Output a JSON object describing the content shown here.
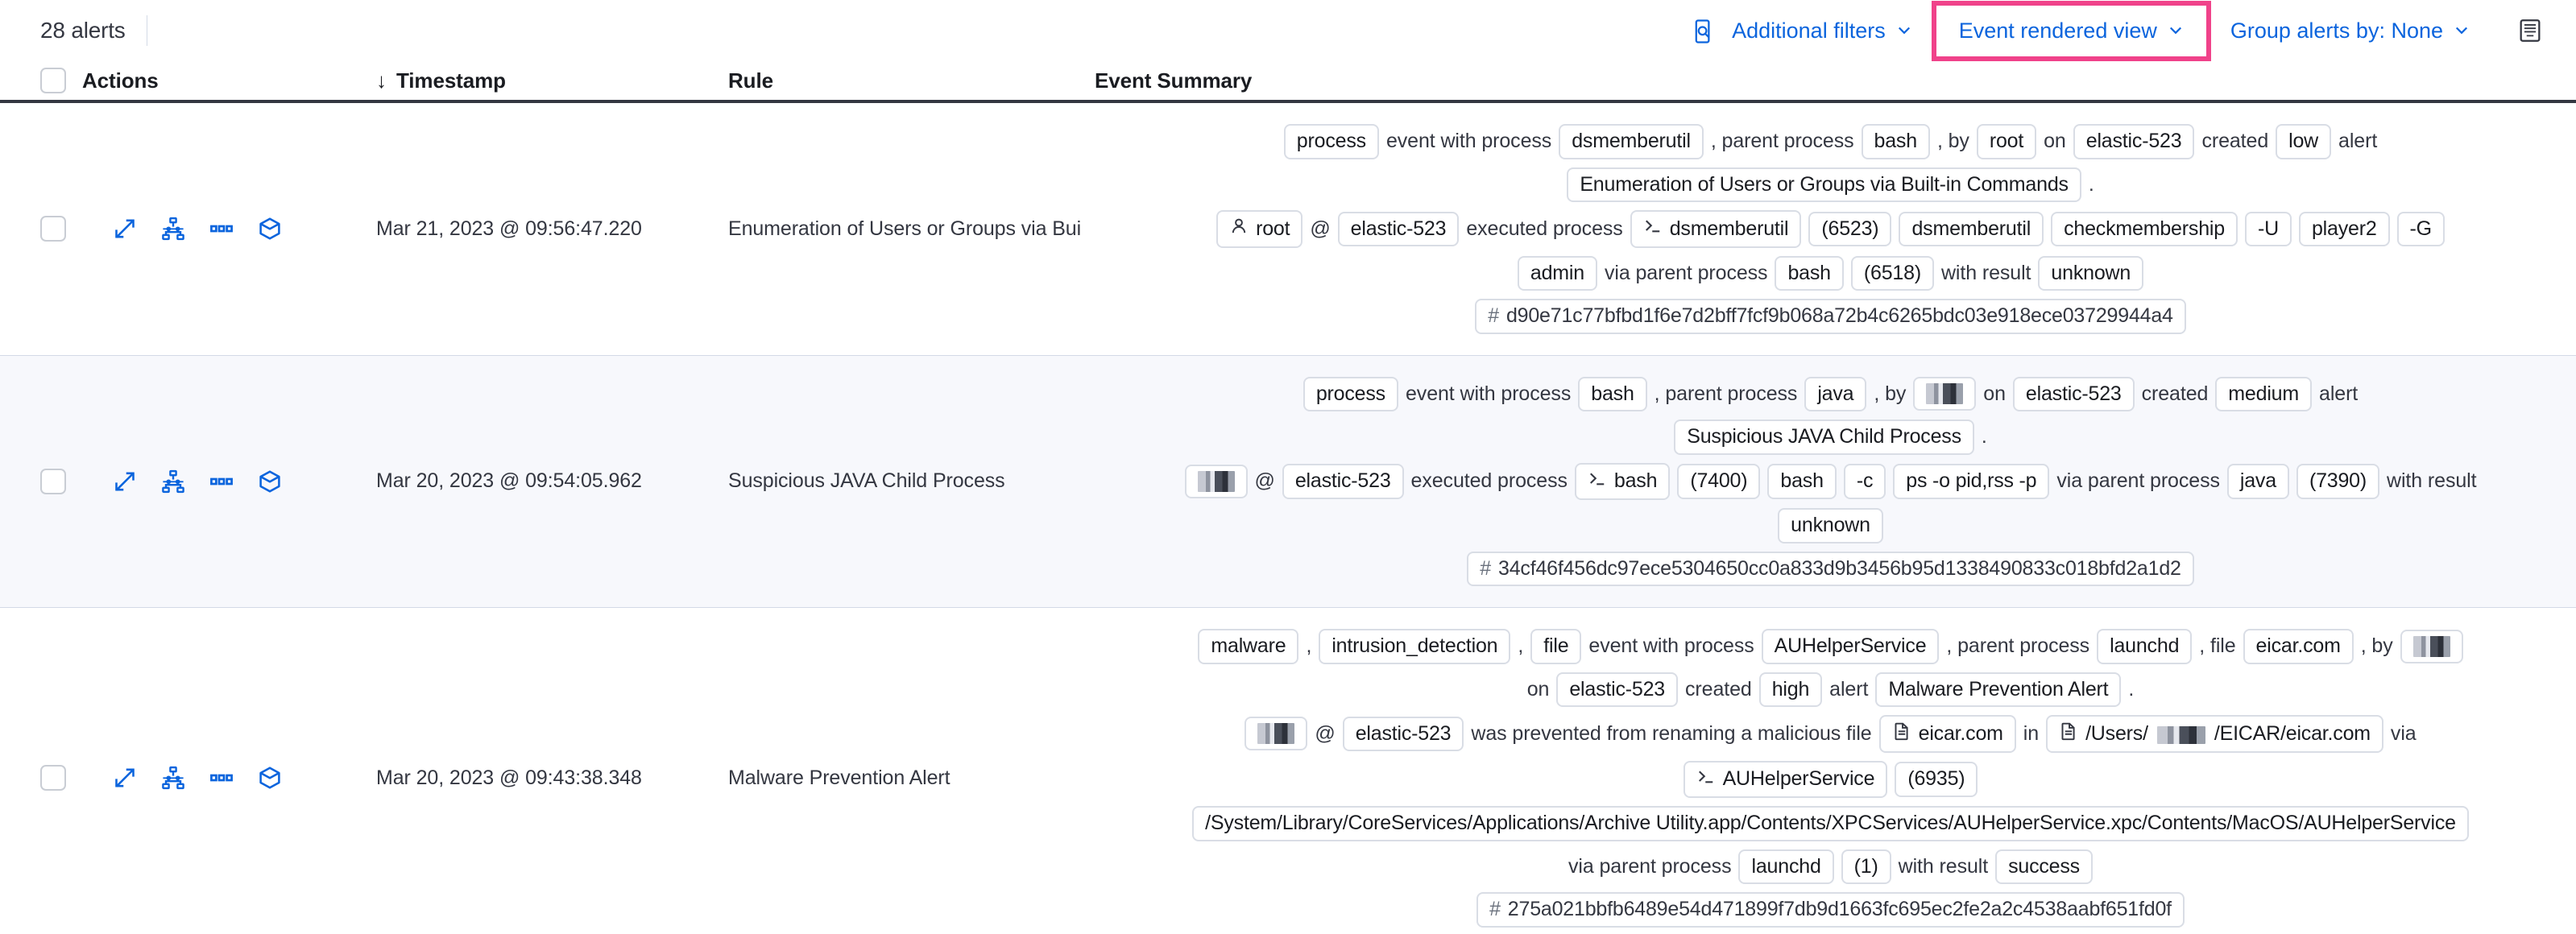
{
  "toolbar": {
    "alert_count": "28 alerts",
    "doc_search_icon": "document-search-icon",
    "additional_filters": "Additional filters",
    "event_rendered_view": "Event rendered view",
    "group_alerts_by": "Group alerts by: None",
    "chevron": "⌄",
    "keyboard_icon": "keyboard-shortcut-icon",
    "highlight_color": "#f0428a",
    "link_color": "#0b64dd"
  },
  "table": {
    "columns": {
      "actions": "Actions",
      "timestamp": "Timestamp",
      "rule": "Rule",
      "event_summary": "Event Summary"
    },
    "sort_arrow": "↓"
  },
  "rows": [
    {
      "timestamp": "Mar 21, 2023 @ 09:56:47.220",
      "rule": "Enumeration of Users or Groups via Bui",
      "summary": {
        "lines": [
          [
            {
              "t": "pill",
              "v": "process"
            },
            {
              "t": "txt",
              "v": "event with process"
            },
            {
              "t": "pill",
              "v": "dsmemberutil"
            },
            {
              "t": "txt",
              "v": ", parent process"
            },
            {
              "t": "pill",
              "v": "bash"
            },
            {
              "t": "txt",
              "v": ", by"
            },
            {
              "t": "pill",
              "v": "root"
            },
            {
              "t": "txt",
              "v": "on"
            },
            {
              "t": "pill",
              "v": "elastic-523"
            },
            {
              "t": "txt",
              "v": "created"
            },
            {
              "t": "pill",
              "v": "low"
            },
            {
              "t": "txt",
              "v": "alert"
            }
          ],
          [
            {
              "t": "pill",
              "v": "Enumeration of Users or Groups via Built-in Commands"
            },
            {
              "t": "txt",
              "v": "."
            }
          ],
          [
            {
              "t": "pill",
              "v": "root",
              "icon": "user-icon"
            },
            {
              "t": "txt",
              "v": "@"
            },
            {
              "t": "pill",
              "v": "elastic-523"
            },
            {
              "t": "txt",
              "v": "executed process"
            },
            {
              "t": "pill",
              "v": "dsmemberutil",
              "icon": "console-icon"
            },
            {
              "t": "pill",
              "v": "(6523)"
            },
            {
              "t": "pill",
              "v": "dsmemberutil"
            },
            {
              "t": "pill",
              "v": "checkmembership"
            },
            {
              "t": "pill",
              "v": "-U"
            },
            {
              "t": "pill",
              "v": "player2"
            },
            {
              "t": "pill",
              "v": "-G"
            }
          ],
          [
            {
              "t": "pill",
              "v": "admin"
            },
            {
              "t": "txt",
              "v": "via parent process"
            },
            {
              "t": "pill",
              "v": "bash"
            },
            {
              "t": "pill",
              "v": "(6518)"
            },
            {
              "t": "txt",
              "v": "with result"
            },
            {
              "t": "pill",
              "v": "unknown"
            }
          ],
          [
            {
              "t": "hash",
              "v": "d90e71c77bfbd1f6e7d2bff7fcf9b068a72b4c6265bdc03e918ece03729944a4"
            }
          ]
        ]
      }
    },
    {
      "timestamp": "Mar 20, 2023 @ 09:54:05.962",
      "rule": "Suspicious JAVA Child Process",
      "summary": {
        "lines": [
          [
            {
              "t": "pill",
              "v": "process"
            },
            {
              "t": "txt",
              "v": "event with process"
            },
            {
              "t": "pill",
              "v": "bash"
            },
            {
              "t": "txt",
              "v": ", parent process"
            },
            {
              "t": "pill",
              "v": "java"
            },
            {
              "t": "txt",
              "v": ", by"
            },
            {
              "t": "pill",
              "v": "",
              "redacted": true
            },
            {
              "t": "txt",
              "v": "on"
            },
            {
              "t": "pill",
              "v": "elastic-523"
            },
            {
              "t": "txt",
              "v": "created"
            },
            {
              "t": "pill",
              "v": "medium"
            },
            {
              "t": "txt",
              "v": "alert"
            }
          ],
          [
            {
              "t": "pill",
              "v": "Suspicious JAVA Child Process"
            },
            {
              "t": "txt",
              "v": "."
            }
          ],
          [
            {
              "t": "pill",
              "v": "",
              "redacted": true
            },
            {
              "t": "txt",
              "v": "@"
            },
            {
              "t": "pill",
              "v": "elastic-523"
            },
            {
              "t": "txt",
              "v": "executed process"
            },
            {
              "t": "pill",
              "v": "bash",
              "icon": "console-icon"
            },
            {
              "t": "pill",
              "v": "(7400)"
            },
            {
              "t": "pill",
              "v": "bash"
            },
            {
              "t": "pill",
              "v": "-c"
            },
            {
              "t": "pill",
              "v": "ps -o pid,rss -p"
            },
            {
              "t": "txt",
              "v": "via parent process"
            },
            {
              "t": "pill",
              "v": "java"
            },
            {
              "t": "pill",
              "v": "(7390)"
            },
            {
              "t": "txt",
              "v": "with result"
            }
          ],
          [
            {
              "t": "pill",
              "v": "unknown"
            }
          ],
          [
            {
              "t": "hash",
              "v": "34cf46f456dc97ece5304650cc0a833d9b3456b95d1338490833c018bfd2a1d2"
            }
          ]
        ]
      }
    },
    {
      "timestamp": "Mar 20, 2023 @ 09:43:38.348",
      "rule": "Malware Prevention Alert",
      "summary": {
        "lines": [
          [
            {
              "t": "pill",
              "v": "malware"
            },
            {
              "t": "txt",
              "v": ","
            },
            {
              "t": "pill",
              "v": "intrusion_detection"
            },
            {
              "t": "txt",
              "v": ","
            },
            {
              "t": "pill",
              "v": "file"
            },
            {
              "t": "txt",
              "v": "event with process"
            },
            {
              "t": "pill",
              "v": "AUHelperService"
            },
            {
              "t": "txt",
              "v": ", parent process"
            },
            {
              "t": "pill",
              "v": "launchd"
            },
            {
              "t": "txt",
              "v": ", file"
            },
            {
              "t": "pill",
              "v": "eicar.com"
            },
            {
              "t": "txt",
              "v": ", by"
            },
            {
              "t": "pill",
              "v": "",
              "redacted": true
            }
          ],
          [
            {
              "t": "txt",
              "v": "on"
            },
            {
              "t": "pill",
              "v": "elastic-523"
            },
            {
              "t": "txt",
              "v": "created"
            },
            {
              "t": "pill",
              "v": "high"
            },
            {
              "t": "txt",
              "v": "alert"
            },
            {
              "t": "pill",
              "v": "Malware Prevention Alert"
            },
            {
              "t": "txt",
              "v": "."
            }
          ],
          [
            {
              "t": "pill",
              "v": "",
              "redacted": true
            },
            {
              "t": "txt",
              "v": "@"
            },
            {
              "t": "pill",
              "v": "elastic-523"
            },
            {
              "t": "txt",
              "v": "was prevented from renaming a malicious file"
            },
            {
              "t": "pill",
              "v": "eicar.com",
              "icon": "file-icon"
            },
            {
              "t": "txt",
              "v": "in"
            },
            {
              "t": "pill",
              "v": "/Users/████/EICAR/eicar.com",
              "icon": "file-icon",
              "redacted_inline": true,
              "prefix": "/Users/",
              "suffix": "/EICAR/eicar.com"
            },
            {
              "t": "txt",
              "v": "via"
            }
          ],
          [
            {
              "t": "pill",
              "v": "AUHelperService",
              "icon": "console-icon"
            },
            {
              "t": "pill",
              "v": "(6935)"
            }
          ],
          [
            {
              "t": "pill",
              "v": "/System/Library/CoreServices/Applications/Archive Utility.app/Contents/XPCServices/AUHelperService.xpc/Contents/MacOS/AUHelperService"
            }
          ],
          [
            {
              "t": "txt",
              "v": "via parent process"
            },
            {
              "t": "pill",
              "v": "launchd"
            },
            {
              "t": "pill",
              "v": "(1)"
            },
            {
              "t": "txt",
              "v": "with result"
            },
            {
              "t": "pill",
              "v": "success"
            }
          ],
          [
            {
              "t": "hash",
              "v": "275a021bbfb6489e54d471899f7db9d1663fc695ec2fe2a2c4538aabf651fd0f"
            }
          ]
        ]
      }
    }
  ],
  "action_icons": [
    "expand-icon",
    "analyze-event-icon",
    "more-actions-icon",
    "session-view-icon"
  ]
}
